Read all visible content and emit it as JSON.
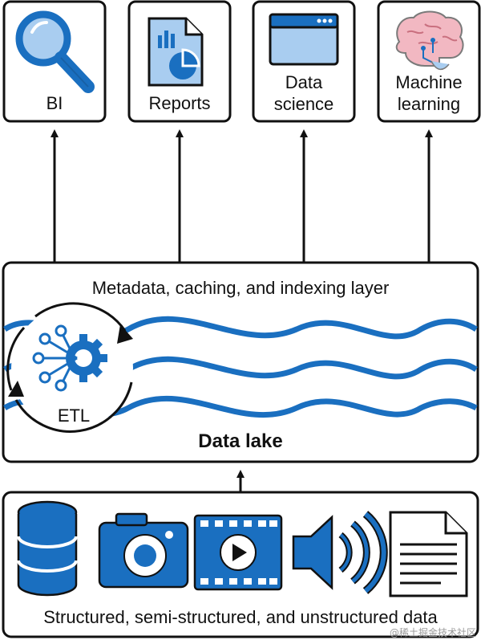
{
  "consumers": [
    {
      "icon": "magnifier-icon",
      "label": [
        "BI"
      ]
    },
    {
      "icon": "report-chart-icon",
      "label": [
        "Reports"
      ]
    },
    {
      "icon": "browser-window-icon",
      "label": [
        "Data",
        "science"
      ]
    },
    {
      "icon": "brain-circuit-icon",
      "label": [
        "Machine",
        "learning"
      ]
    }
  ],
  "lake": {
    "metadata_layer": "Metadata, caching, and indexing layer",
    "etl_label": "ETL",
    "title": "Data lake"
  },
  "sources": {
    "icons": [
      "database-icon",
      "camera-icon",
      "video-play-icon",
      "speaker-icon",
      "document-icon"
    ],
    "label": "Structured, semi-structured, and unstructured data"
  },
  "watermark": "@稀土掘金技术社区",
  "colors": {
    "accent": "#1a6fc0",
    "light": "#a9cdf0",
    "line": "#111111"
  }
}
